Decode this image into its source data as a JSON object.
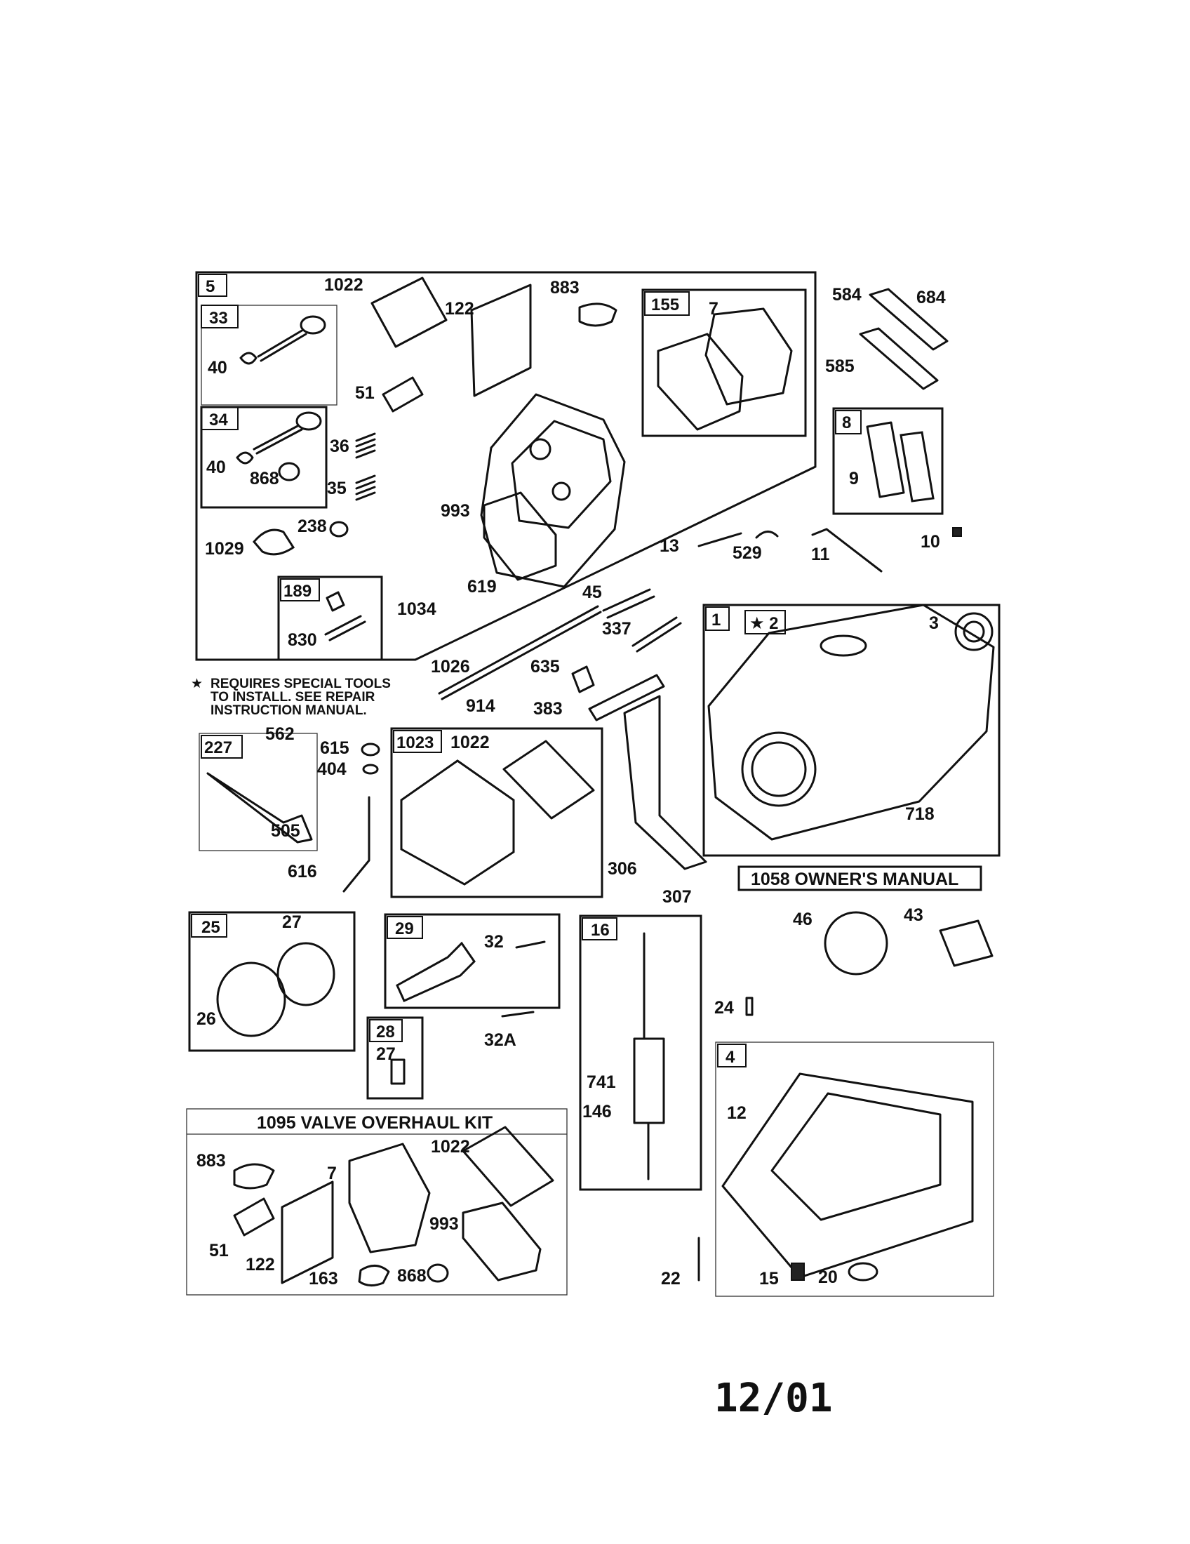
{
  "note": {
    "star": "★",
    "lines": [
      "REQUIRES SPECIAL TOOLS",
      "TO INSTALL.  SEE REPAIR",
      "INSTRUCTION MANUAL."
    ]
  },
  "boxes": {
    "b5": "5",
    "b33": "33",
    "b34": "34",
    "b155": "155",
    "b8": "8",
    "b189": "189",
    "b1": "1",
    "b2": "★ 2",
    "b227": "227",
    "b1023": "1023",
    "b25": "25",
    "b29": "29",
    "b28": "28",
    "b16": "16",
    "b4": "4"
  },
  "kits": {
    "owners_manual": "1058 OWNER'S MANUAL",
    "valve_kit": "1095 VALVE OVERHAUL KIT"
  },
  "labels": {
    "p1022a": "1022",
    "p122a": "122",
    "p883a": "883",
    "p7a": "7",
    "p584": "584",
    "p684": "684",
    "p585": "585",
    "p40a": "40",
    "p51a": "51",
    "p36": "36",
    "p40b": "40",
    "p868a": "868",
    "p35": "35",
    "p9": "9",
    "p993a": "993",
    "p238": "238",
    "p1029": "1029",
    "p13": "13",
    "p529": "529",
    "p11": "11",
    "p10": "10",
    "p619": "619",
    "p45": "45",
    "p1034": "1034",
    "p3": "3",
    "p337": "337",
    "p830": "830",
    "p1026": "1026",
    "p635": "635",
    "p914": "914",
    "p383": "383",
    "p562": "562",
    "p615": "615",
    "p1022b": "1022",
    "p404": "404",
    "p718": "718",
    "p505": "505",
    "p616": "616",
    "p306": "306",
    "p307": "307",
    "p27a": "27",
    "p32": "32",
    "p46": "46",
    "p43": "43",
    "p26": "26",
    "p27b": "27",
    "p32A": "32A",
    "p24": "24",
    "p741": "741",
    "p146": "146",
    "p12": "12",
    "p883b": "883",
    "p7b": "7",
    "p1022c": "1022",
    "p51b": "51",
    "p993b": "993",
    "p122b": "122",
    "p163": "163",
    "p868b": "868",
    "p22": "22",
    "p15": "15",
    "p20": "20"
  },
  "footer": {
    "date": "12/01"
  }
}
